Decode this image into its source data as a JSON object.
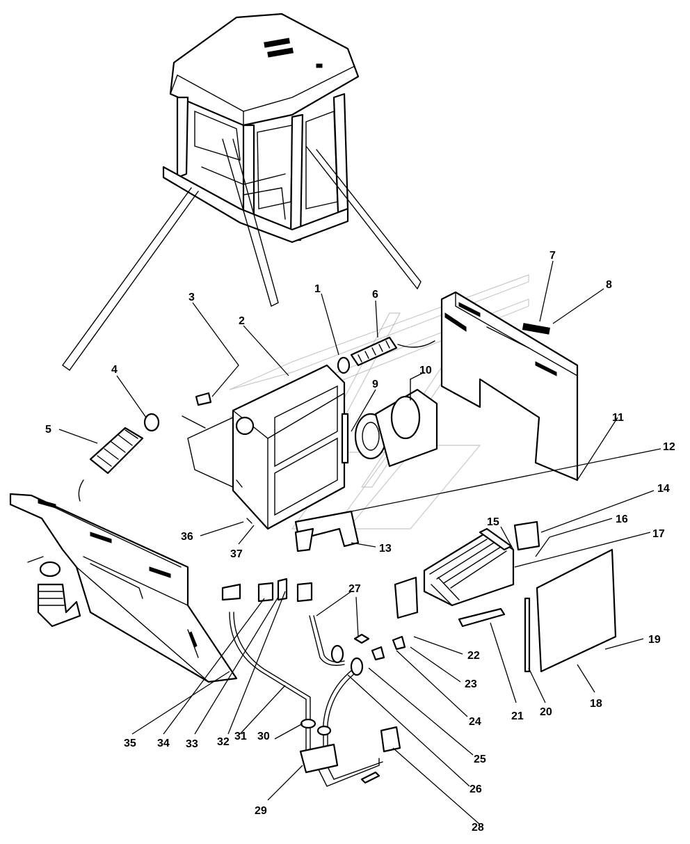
{
  "callouts": [
    {
      "id": "c1",
      "text": "1"
    },
    {
      "id": "c2",
      "text": "2"
    },
    {
      "id": "c3",
      "text": "3"
    },
    {
      "id": "c4",
      "text": "4"
    },
    {
      "id": "c5",
      "text": "5"
    },
    {
      "id": "c6",
      "text": "6"
    },
    {
      "id": "c7",
      "text": "7"
    },
    {
      "id": "c8",
      "text": "8"
    },
    {
      "id": "c9",
      "text": "9"
    },
    {
      "id": "c10",
      "text": "10"
    },
    {
      "id": "c11",
      "text": "11"
    },
    {
      "id": "c12",
      "text": "12"
    },
    {
      "id": "c13",
      "text": "13"
    },
    {
      "id": "c14",
      "text": "14"
    },
    {
      "id": "c15",
      "text": "15"
    },
    {
      "id": "c16",
      "text": "16"
    },
    {
      "id": "c17",
      "text": "17"
    },
    {
      "id": "c18",
      "text": "18"
    },
    {
      "id": "c19",
      "text": "19"
    },
    {
      "id": "c20",
      "text": "20"
    },
    {
      "id": "c21",
      "text": "21"
    },
    {
      "id": "c22",
      "text": "22"
    },
    {
      "id": "c23",
      "text": "23"
    },
    {
      "id": "c24",
      "text": "24"
    },
    {
      "id": "c25",
      "text": "25"
    },
    {
      "id": "c26",
      "text": "26"
    },
    {
      "id": "c27",
      "text": "27"
    },
    {
      "id": "c28",
      "text": "28"
    },
    {
      "id": "c29",
      "text": "29"
    },
    {
      "id": "c30",
      "text": "30"
    },
    {
      "id": "c31",
      "text": "31"
    },
    {
      "id": "c32",
      "text": "32"
    },
    {
      "id": "c33",
      "text": "33"
    },
    {
      "id": "c34",
      "text": "34"
    },
    {
      "id": "c35",
      "text": "35"
    },
    {
      "id": "c36",
      "text": "36"
    },
    {
      "id": "c37",
      "text": "37"
    }
  ],
  "colors": {
    "ink": "#000000",
    "paper": "#ffffff",
    "watermark": "#9a9a9a"
  }
}
